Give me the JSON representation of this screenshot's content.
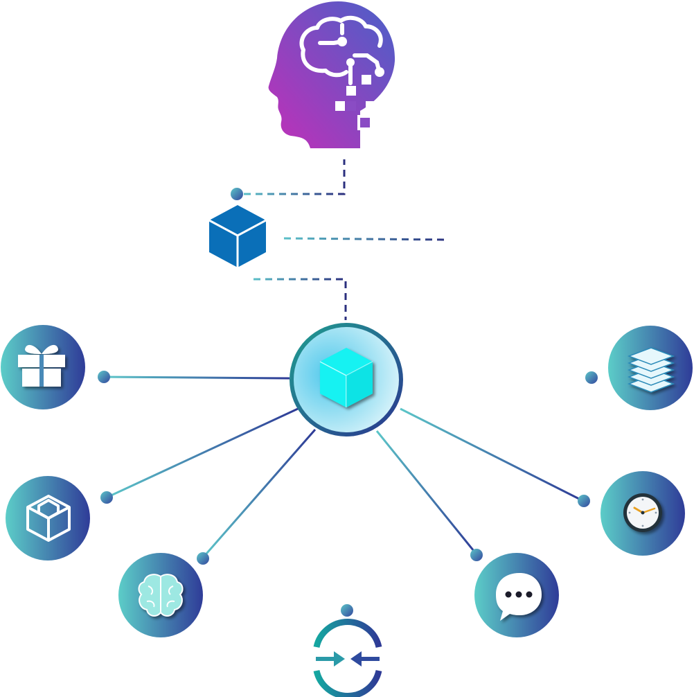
{
  "diagram": {
    "head": {
      "icon": "ai-brain-head-icon",
      "gradient": [
        "#c030b8",
        "#4a5cc8"
      ]
    },
    "upper_cube": {
      "icon": "cube-icon",
      "color": "#0a6fb8"
    },
    "hub": {
      "icon": "glowing-cube-icon",
      "color": "#12f2f2"
    },
    "nodes": [
      {
        "key": "gift",
        "icon": "gift-icon"
      },
      {
        "key": "box",
        "icon": "package-icon"
      },
      {
        "key": "brain",
        "icon": "brain-icon"
      },
      {
        "key": "exchange",
        "icon": "exchange-arrows-icon"
      },
      {
        "key": "chat",
        "icon": "chat-bubble-icon"
      },
      {
        "key": "clock",
        "icon": "clock-icon"
      },
      {
        "key": "layers",
        "icon": "layers-icon"
      }
    ],
    "colors": {
      "teal": "#5cc8c8",
      "navy": "#2e3a96",
      "dashed_start": "#5bc0c8",
      "dashed_end": "#2b2f7e"
    }
  }
}
